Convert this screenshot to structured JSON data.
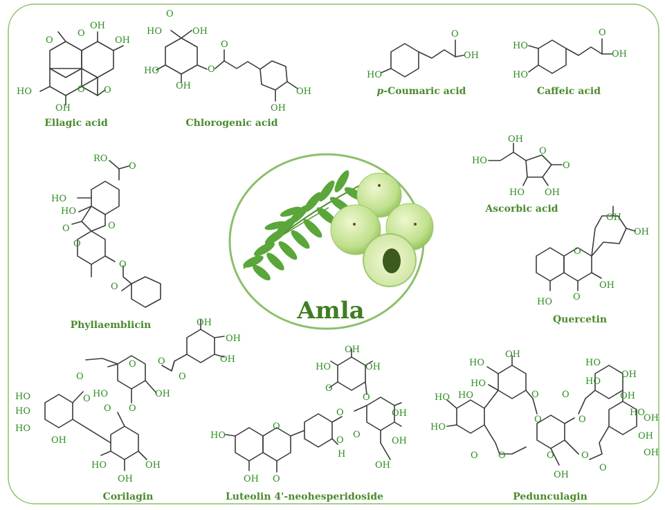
{
  "title": "Amla",
  "compounds": {
    "ellagic": "Ellagic acid",
    "chlorogenic": "Chlorogenic acid",
    "coumaric_prefix": "p",
    "coumaric": "-Coumaric acid",
    "caffeic": "Caffeic acid",
    "ascorbic": "Ascorbic acid",
    "phyllaemblicin": "Phyllaemblicin",
    "quercetin": "Quercetin",
    "corilagin": "Corilagin",
    "luteolin": "Luteolin 4'-neohesperidoside",
    "pedunculagin": "Pedunculagin"
  },
  "atoms": {
    "OH": "OH",
    "HO": "HO",
    "O": "O",
    "H": "H",
    "RO": "RO"
  },
  "colors": {
    "frame": "#8bbf6a",
    "label": "#2e8b22",
    "caption": "#4a8a2c",
    "leaf": "#5aa63a",
    "fruit": "#b9dc86"
  }
}
